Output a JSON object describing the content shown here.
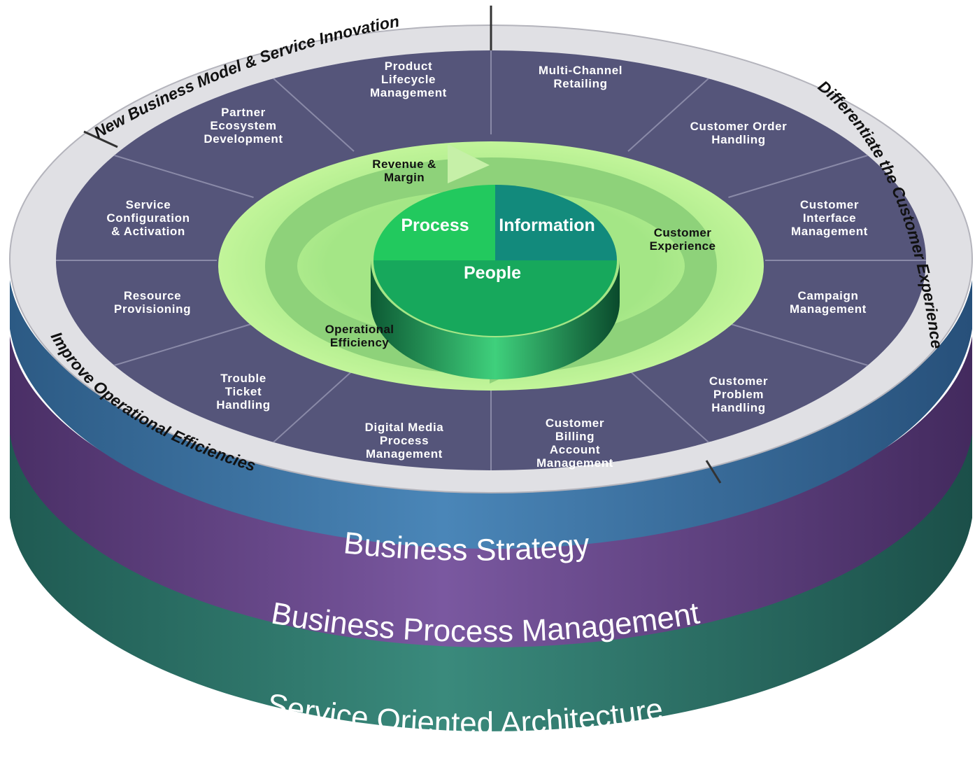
{
  "edge_labels": {
    "top_left": "New Business Model & Service Innovation",
    "right": "Differentiate the Customer Experience",
    "bottom_left": "Improve Operational Efficiencies"
  },
  "segments": [
    "Product Lifecycle Management",
    "Multi-Channel Retailing",
    "Customer Order Handling",
    "Customer Interface Management",
    "Campaign Management",
    "Customer Problem Handling",
    "Customer Billing Account Management",
    "Digital Media Process Management",
    "Trouble Ticket Handling",
    "Resource Provisioning",
    "Service Configuration & Activation",
    "Partner Ecosystem Development"
  ],
  "segment_lines": [
    [
      "Product",
      "Lifecycle",
      "Management"
    ],
    [
      "Multi-Channel",
      "Retailing"
    ],
    [
      "Customer Order",
      "Handling"
    ],
    [
      "Customer",
      "Interface",
      "Management"
    ],
    [
      "Campaign",
      "Management"
    ],
    [
      "Customer",
      "Problem",
      "Handling"
    ],
    [
      "Customer",
      "Billing",
      "Account",
      "Management"
    ],
    [
      "Digital Media",
      "Process",
      "Management"
    ],
    [
      "Trouble",
      "Ticket",
      "Handling"
    ],
    [
      "Resource",
      "Provisioning"
    ],
    [
      "Service",
      "Configuration",
      "& Activation"
    ],
    [
      "Partner",
      "Ecosystem",
      "Development"
    ]
  ],
  "ring_labels": {
    "revenue": [
      "Revenue &",
      "Margin"
    ],
    "customer": [
      "Customer",
      "Experience"
    ],
    "operational": [
      "Operational",
      "Efficiency"
    ]
  },
  "core": {
    "process": "Process",
    "information": "Information",
    "people": "People"
  },
  "layers": {
    "strategy": "Business Strategy",
    "bpm": "Business Process Management",
    "soa": "Service Oriented Architecture"
  },
  "colors": {
    "segment_fill": "#55557a",
    "segment_divider": "#8a8aa8",
    "outer_rim": "#e2e2e6",
    "light_ring": "#b8f08c",
    "arrow_ring": "#98dc82",
    "core_process": "#1fc65a",
    "core_information": "#0f8a7c",
    "core_people": "#16a35a",
    "layer_strategy": "#3f78a8",
    "layer_bpm": "#6b4a8c",
    "layer_soa": "#2f7a6e"
  }
}
